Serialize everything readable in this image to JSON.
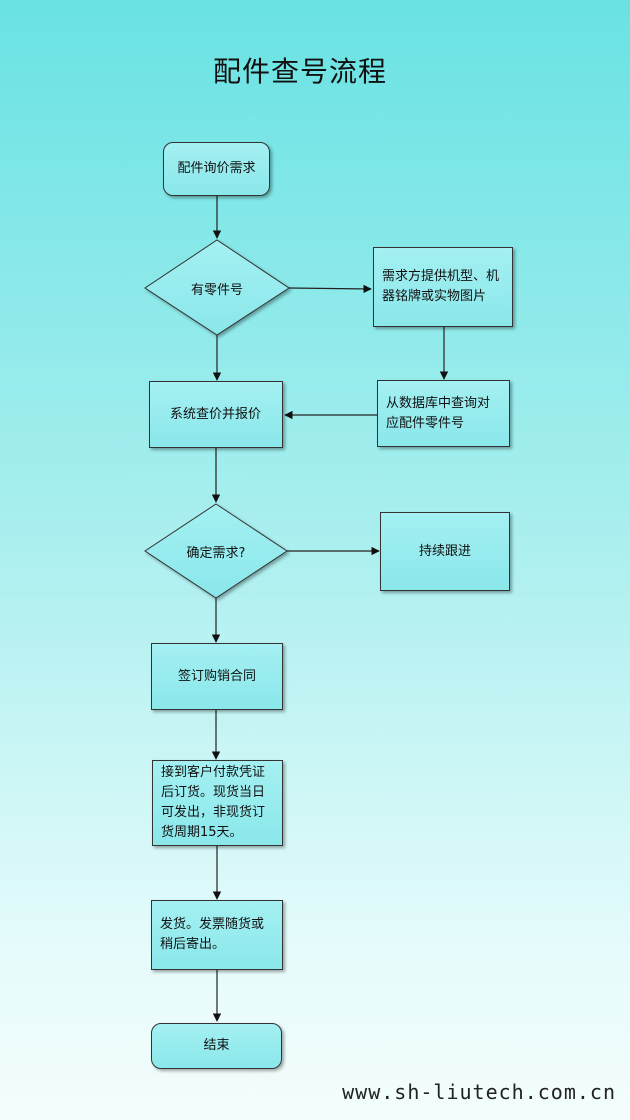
{
  "title": "配件查号流程",
  "nodes": {
    "start": "配件询价需求",
    "has_part_no": "有零件号",
    "provide_info": "需求方提供机型、机器铭牌或实物图片",
    "db_lookup": "从数据库中查询对应配件零件号",
    "quote": "系统查价并报价",
    "confirm": "确定需求?",
    "follow_up": "持续跟进",
    "sign_contract": "签订购销合同",
    "order_goods": "接到客户付款凭证后订货。现货当日可发出，非现货订货周期15天。",
    "ship": "发货。发票随货或稍后寄出。",
    "end": "结束"
  },
  "footer": "www.sh-liutech.com.cn",
  "colors": {
    "box_fill_top": "#a4f0f2",
    "box_fill_bottom": "#8ae7ea",
    "line": "#222222"
  }
}
